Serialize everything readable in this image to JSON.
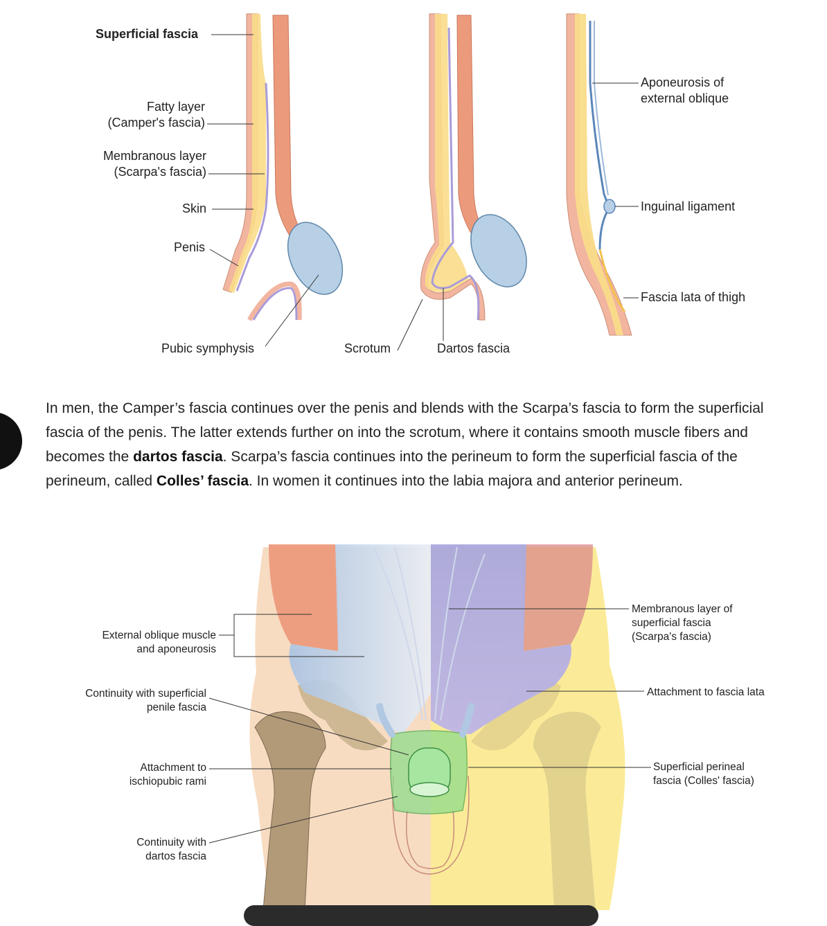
{
  "top_figure": {
    "labels": {
      "superficial_fascia": "Superficial fascia",
      "fatty_layer": [
        "Fatty layer",
        "(Camper's fascia)"
      ],
      "membranous_layer": [
        "Membranous layer",
        "(Scarpa's fascia)"
      ],
      "skin": "Skin",
      "penis": "Penis",
      "pubic_symphysis": "Pubic symphysis",
      "scrotum": "Scrotum",
      "dartos_fascia": "Dartos fascia",
      "aponeurosis": [
        "Aponeurosis of",
        "external oblique"
      ],
      "inguinal_ligament": "Inguinal ligament",
      "fascia_lata": "Fascia lata of thigh"
    }
  },
  "paragraph": {
    "s1": "In men, the Camper’s fascia continues over the penis and blends with the Scarpa’s fascia to form the superficial fascia of the penis. The latter extends further on into the scrotum, where it contains smooth muscle fibers and becomes the ",
    "b1": "dartos fascia",
    "s2": ". Scarpa’s fascia continues into the perineum to form the superficial fascia of the perineum, called ",
    "b2": "Colles’ fascia",
    "s3": ". In women it continues into the labia majora and anterior perineum."
  },
  "bottom_figure": {
    "labels": {
      "external_oblique": [
        "External oblique muscle",
        "and aponeurosis"
      ],
      "continuity_penile": [
        "Continuity with superficial",
        "penile fascia"
      ],
      "attachment_ischio": [
        "Attachment to",
        "ischiopubic rami"
      ],
      "continuity_dartos": [
        "Continuity with",
        "dartos fascia"
      ],
      "membranous_layer": [
        "Membranous layer of",
        "superficial fascia",
        "(Scarpa's fascia)"
      ],
      "attachment_fascia_lata": "Attachment to fascia lata",
      "superficial_perineal": [
        "Superficial perineal",
        "fascia (Colles' fascia)"
      ]
    }
  },
  "colors": {
    "skin": "#f2b5a0",
    "fat": "#f9dc8a",
    "muscle": "#ec9a7c",
    "membrane": "#a99bd8",
    "bone": "#b7d0e6",
    "aponeurosis": "#5b86b9",
    "left_bg": "#f7dcc2",
    "right_bg": "#fbeb98",
    "femur": "#b29a78",
    "colles": "#8fdc8a"
  }
}
